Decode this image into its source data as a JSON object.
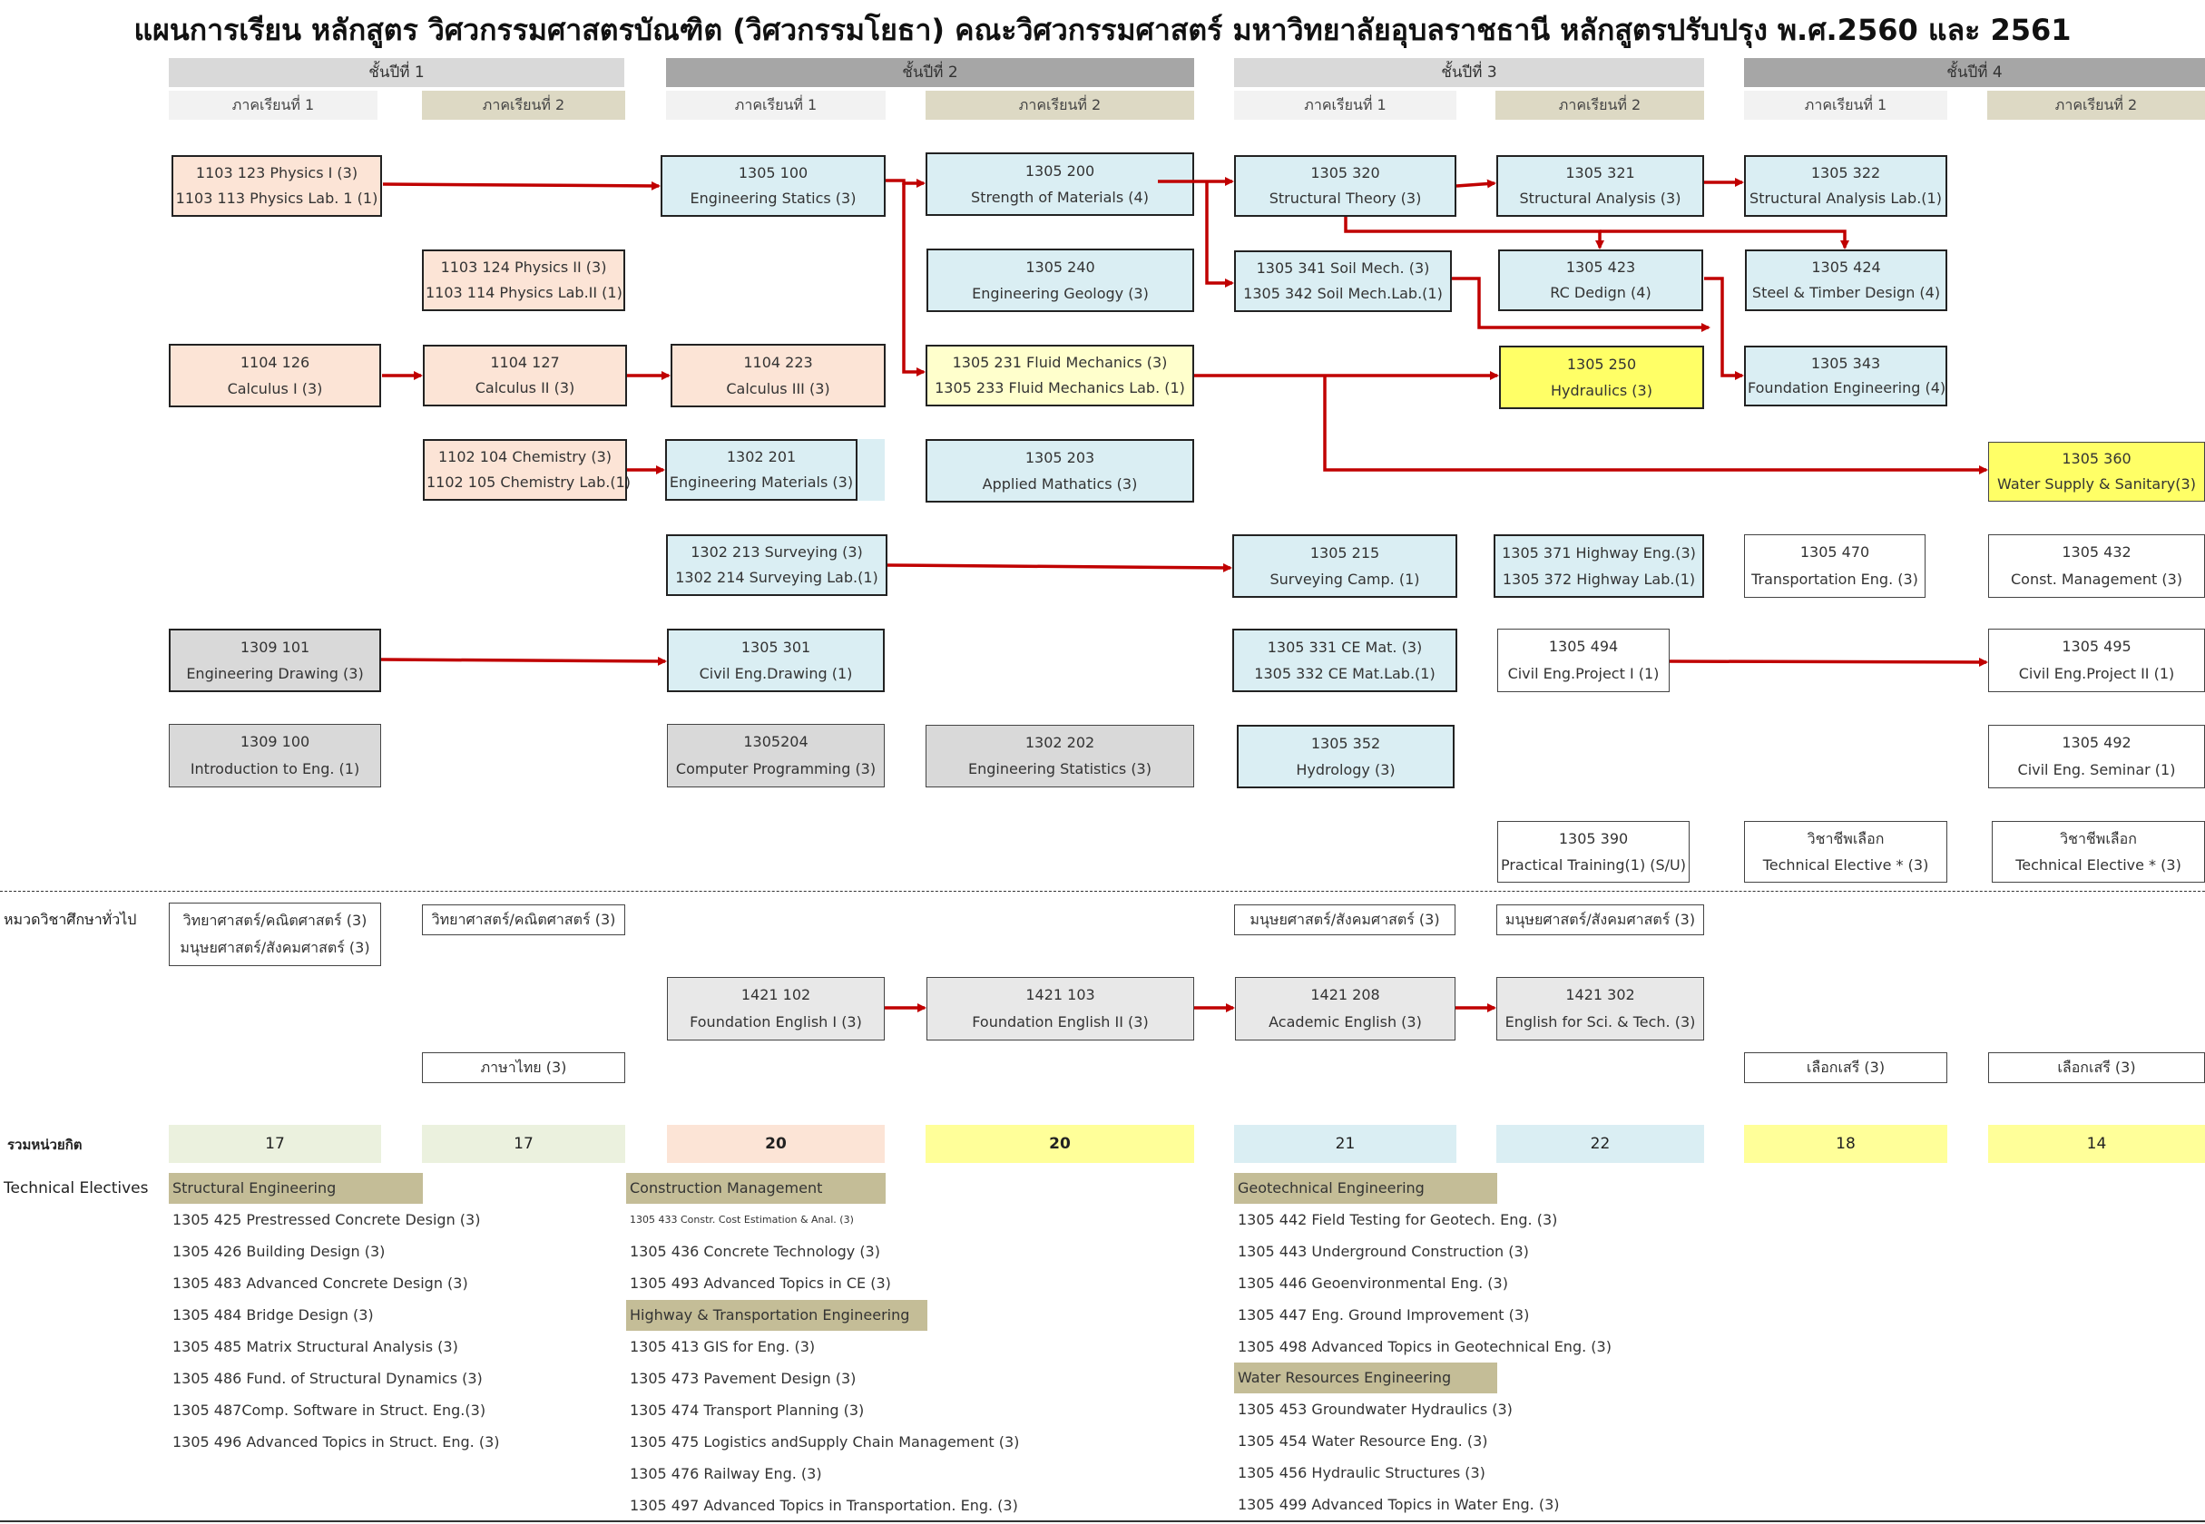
{
  "title": "แผนการเรียน หลักสูตร วิศวกรรมศาสตรบัณฑิต (วิศวกรรมโยธา) คณะวิศวกรรมศาสตร์ มหาวิทยาลัยอุบลราชธานี หลักสูตรปรับปรุง พ.ศ.2560 และ 2561",
  "colors": {
    "year_header_light": "#d9d9d9",
    "year_header_dark": "#a6a6a6",
    "sem1_header": "#f2f2f2",
    "sem2_header": "#ddd9c4",
    "science": "#fce4d6",
    "core": "#daeef3",
    "fluid": "#ffffcc",
    "water": "#ffff66",
    "general": "#d9d9d9",
    "english": "#e8e8e8",
    "none": "#ffffff",
    "arrow": "#c00000",
    "tech_header": "#c4bd97"
  },
  "years": [
    {
      "label": "ชั้นปีที่ 1",
      "sem1": "ภาคเรียนที่ 1",
      "sem2": "ภาคเรียนที่ 2"
    },
    {
      "label": "ชั้นปีที่ 2",
      "sem1": "ภาคเรียนที่ 1",
      "sem2": "ภาคเรียนที่ 2"
    },
    {
      "label": "ชั้นปีที่ 3",
      "sem1": "ภาคเรียนที่ 1",
      "sem2": "ภาคเรียนที่ 2"
    },
    {
      "label": "ชั้นปีที่ 4",
      "sem1": "ภาคเรียนที่ 1",
      "sem2": "ภาคเรียนที่ 2"
    }
  ],
  "courses": [
    {
      "id": "phys1",
      "lines": [
        "1103 123 Physics I (3)",
        "1103 113 Physics Lab. 1 (1)"
      ],
      "color": "science"
    },
    {
      "id": "phys2",
      "lines": [
        "1103 124 Physics II (3)",
        "1103 114 Physics Lab.II (1)"
      ],
      "color": "science"
    },
    {
      "id": "calc1",
      "lines": [
        "1104 126",
        "Calculus I (3)"
      ],
      "color": "science"
    },
    {
      "id": "calc2",
      "lines": [
        "1104 127",
        "Calculus II (3)"
      ],
      "color": "science"
    },
    {
      "id": "chem",
      "lines": [
        "1102 104 Chemistry (3)",
        "1102 105 Chemistry Lab.(1)"
      ],
      "color": "science"
    },
    {
      "id": "drawing",
      "lines": [
        "1309 101",
        "Engineering Drawing (3)"
      ],
      "color": "general"
    },
    {
      "id": "intro",
      "lines": [
        "1309 100",
        "Introduction to Eng. (1)"
      ],
      "color": "general"
    },
    {
      "id": "statics",
      "lines": [
        "1305 100",
        "Engineering Statics (3)"
      ],
      "color": "core"
    },
    {
      "id": "calc3",
      "lines": [
        "1104 223",
        "Calculus III (3)"
      ],
      "color": "science"
    },
    {
      "id": "engmat",
      "lines": [
        "1302 201",
        "Engineering Materials (3)"
      ],
      "color": "core"
    },
    {
      "id": "survey",
      "lines": [
        "1302 213 Surveying (3)",
        "1302 214 Surveying Lab.(1)"
      ],
      "color": "core"
    },
    {
      "id": "cedraw",
      "lines": [
        "1305 301",
        "Civil Eng.Drawing (1)"
      ],
      "color": "core"
    },
    {
      "id": "comprog",
      "lines": [
        "1305204",
        "Computer Programming (3)"
      ],
      "color": "general"
    },
    {
      "id": "strength",
      "lines": [
        "1305 200",
        "Strength of Materials (4)"
      ],
      "color": "core"
    },
    {
      "id": "geology",
      "lines": [
        "1305 240",
        "Engineering Geology (3)"
      ],
      "color": "core"
    },
    {
      "id": "fluid",
      "lines": [
        "1305 231 Fluid Mechanics (3)",
        "1305 233 Fluid Mechanics Lab. (1)"
      ],
      "color": "fluid"
    },
    {
      "id": "appmath",
      "lines": [
        "1305 203",
        "Applied Mathatics (3)"
      ],
      "color": "core"
    },
    {
      "id": "engstat",
      "lines": [
        "1302 202",
        "Engineering Statistics (3)"
      ],
      "color": "general"
    },
    {
      "id": "sttheory",
      "lines": [
        "1305 320",
        "Structural Theory (3)"
      ],
      "color": "core"
    },
    {
      "id": "soil",
      "lines": [
        "1305 341 Soil Mech. (3)",
        "1305 342 Soil Mech.Lab.(1)"
      ],
      "color": "core"
    },
    {
      "id": "camp",
      "lines": [
        "1305 215",
        "Surveying Camp. (1)"
      ],
      "color": "core"
    },
    {
      "id": "cemat",
      "lines": [
        "1305 331 CE Mat. (3)",
        "1305 332 CE Mat.Lab.(1)"
      ],
      "color": "core"
    },
    {
      "id": "hydrology",
      "lines": [
        "1305 352",
        "Hydrology (3)"
      ],
      "color": "core"
    },
    {
      "id": "stanalysis",
      "lines": [
        "1305 321",
        "Structural Analysis (3)"
      ],
      "color": "core"
    },
    {
      "id": "rc",
      "lines": [
        "1305 423",
        "RC Dedign (4)"
      ],
      "color": "core"
    },
    {
      "id": "hydraulics",
      "lines": [
        "1305 250",
        "Hydraulics (3)"
      ],
      "color": "water"
    },
    {
      "id": "highway",
      "lines": [
        "1305 371 Highway Eng.(3)",
        "1305 372 Highway Lab.(1)"
      ],
      "color": "core"
    },
    {
      "id": "project1",
      "lines": [
        "1305 494",
        "Civil Eng.Project I (1)"
      ],
      "color": "none"
    },
    {
      "id": "training",
      "lines": [
        "1305 390",
        "Practical Training(1) (S/U)"
      ],
      "color": "none"
    },
    {
      "id": "stlab",
      "lines": [
        "1305 322",
        "Structural Analysis Lab.(1)"
      ],
      "color": "core"
    },
    {
      "id": "steel",
      "lines": [
        "1305 424",
        "Steel & Timber Design (4)"
      ],
      "color": "core"
    },
    {
      "id": "foundation",
      "lines": [
        "1305 343",
        "Foundation Engineering (4)"
      ],
      "color": "core"
    },
    {
      "id": "transport",
      "lines": [
        "1305 470",
        "Transportation Eng. (3)"
      ],
      "color": "none"
    },
    {
      "id": "tech1",
      "lines": [
        "วิชาชีพเลือก",
        "Technical Elective * (3)"
      ],
      "color": "none"
    },
    {
      "id": "water",
      "lines": [
        "1305 360",
        "Water Supply & Sanitary(3)"
      ],
      "color": "water"
    },
    {
      "id": "constmgmt",
      "lines": [
        "1305 432",
        "Const. Management (3)"
      ],
      "color": "none"
    },
    {
      "id": "project2",
      "lines": [
        "1305 495",
        "Civil Eng.Project II (1)"
      ],
      "color": "none"
    },
    {
      "id": "seminar",
      "lines": [
        "1305 492",
        "Civil Eng. Seminar (1)"
      ],
      "color": "none"
    },
    {
      "id": "tech2",
      "lines": [
        "วิชาชีพเลือก",
        "Technical Elective * (3)"
      ],
      "color": "none"
    },
    {
      "id": "ge_sci1",
      "lines": [
        "วิทยาศาสตร์/คณิตศาสตร์ (3)",
        "มนุษยศาสตร์/สังคมศาสตร์ (3)"
      ],
      "color": "none"
    },
    {
      "id": "ge_sci2",
      "lines": [
        "วิทยาศาสตร์/คณิตศาสตร์ (3)"
      ],
      "color": "none"
    },
    {
      "id": "ge_hum1",
      "lines": [
        "มนุษยศาสตร์/สังคมศาสตร์ (3)"
      ],
      "color": "none"
    },
    {
      "id": "ge_hum2",
      "lines": [
        "มนุษยศาสตร์/สังคมศาสตร์ (3)"
      ],
      "color": "none"
    },
    {
      "id": "eng1",
      "lines": [
        "1421 102",
        "Foundation English I (3)"
      ],
      "color": "english"
    },
    {
      "id": "eng2",
      "lines": [
        "1421 103",
        "Foundation English II (3)"
      ],
      "color": "english"
    },
    {
      "id": "eng3",
      "lines": [
        "1421 208",
        "Academic English (3)"
      ],
      "color": "english"
    },
    {
      "id": "eng4",
      "lines": [
        "1421 302",
        "English for Sci. & Tech. (3)"
      ],
      "color": "english"
    },
    {
      "id": "thai",
      "lines": [
        "ภาษาไทย (3)"
      ],
      "color": "none"
    },
    {
      "id": "free1",
      "lines": [
        "เลือกเสรี (3)"
      ],
      "color": "none"
    },
    {
      "id": "free2",
      "lines": [
        "เลือกเสรี (3)"
      ],
      "color": "none"
    }
  ],
  "ge_label": "หมวดวิชาศึกษาทั่วไป",
  "totals_label": "รวมหน่วยกิต",
  "totals": [
    {
      "value": "17",
      "color": "#ebf1de"
    },
    {
      "value": "17",
      "color": "#ebf1de"
    },
    {
      "value": "20",
      "color": "#fce4d6"
    },
    {
      "value": "20",
      "color": "#ffff99"
    },
    {
      "value": "21",
      "color": "#daeef3"
    },
    {
      "value": "22",
      "color": "#daeef3"
    },
    {
      "value": "18",
      "color": "#ffff99"
    },
    {
      "value": "14",
      "color": "#ffff99"
    }
  ],
  "tech_label": "Technical Electives",
  "tech_groups": [
    {
      "name": "Structural Engineering",
      "items": [
        "1305 425 Prestressed Concrete Design (3)",
        "1305 426 Building Design (3)",
        "1305 483 Advanced Concrete Design (3)",
        "1305 484 Bridge Design (3)",
        "1305 485 Matrix Structural Analysis (3)",
        "1305 486 Fund. of Structural Dynamics (3)",
        "1305 487Comp. Software in Struct. Eng.(3)",
        "1305 496 Advanced Topics in Struct. Eng. (3)"
      ]
    },
    {
      "name": "Construction Management",
      "items": [
        "1305 433 Constr. Cost Estimation & Anal. (3)",
        "1305 436 Concrete Technology (3)",
        "1305 493 Advanced Topics in CE (3)"
      ]
    },
    {
      "name": "Highway & Transportation Engineering",
      "items": [
        "1305 413 GIS for Eng. (3)",
        "1305 473 Pavement Design (3)",
        "1305 474 Transport Planning (3)",
        "1305 475 Logistics andSupply Chain  Management (3)",
        "1305 476 Railway Eng. (3)",
        "1305 497 Advanced Topics in Transportation. Eng. (3)"
      ]
    },
    {
      "name": "Geotechnical Engineering",
      "items": [
        "1305 442 Field Testing for Geotech. Eng. (3)",
        "1305 443 Underground Construction (3)",
        "1305 446 Geoenvironmental Eng. (3)",
        "1305 447 Eng. Ground Improvement (3)",
        "1305 498 Advanced Topics in Geotechnical Eng. (3)"
      ]
    },
    {
      "name": "Water Resources Engineering",
      "items": [
        "1305 453 Groundwater Hydraulics (3)",
        "1305 454 Water Resource Eng. (3)",
        "1305 456 Hydraulic Structures (3)",
        "1305 499 Advanced Topics in Water Eng. (3)"
      ]
    }
  ]
}
